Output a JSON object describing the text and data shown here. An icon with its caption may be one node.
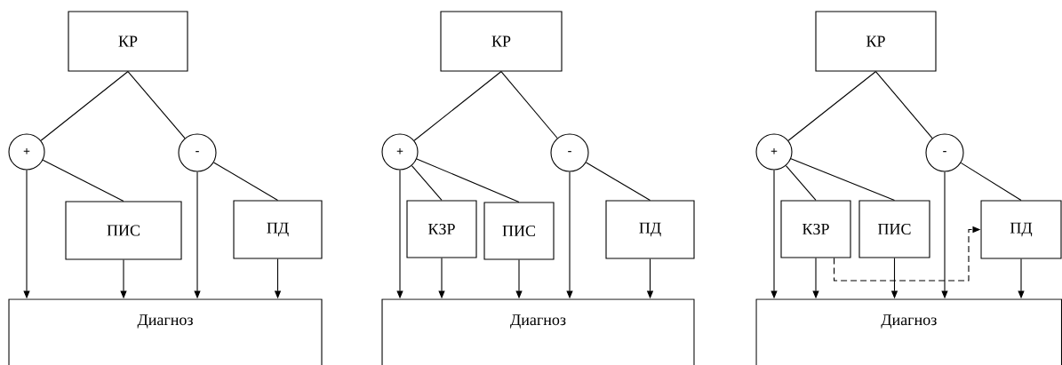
{
  "diagram": {
    "nodes": [
      {
        "text": [
          "КР"
        ]
      },
      {
        "text": [
          "+"
        ]
      },
      {
        "text": [
          "-"
        ]
      },
      {
        "text": [
          "ПИС"
        ]
      },
      {
        "text": [
          "ПД"
        ]
      },
      {
        "text": [
          "Диагноз"
        ]
      },
      {
        "text": [
          "КР"
        ]
      },
      {
        "text": [
          "+"
        ]
      },
      {
        "text": [
          "-"
        ]
      },
      {
        "text": [
          "КЗР"
        ]
      },
      {
        "text": [
          "ПИС"
        ]
      },
      {
        "text": [
          "ПД"
        ]
      },
      {
        "text": [
          "Диагноз"
        ]
      },
      {
        "text": [
          "КР"
        ]
      },
      {
        "text": [
          "+"
        ]
      },
      {
        "text": [
          "-"
        ]
      },
      {
        "text": [
          "КЗР"
        ]
      },
      {
        "text": [
          "ПИС"
        ]
      },
      {
        "text": [
          "ПД"
        ]
      },
      {
        "text": [
          "Диагноз"
        ]
      }
    ],
    "edges": [
      {
        "from": 0,
        "to": 1,
        "arrow": "none"
      },
      {
        "from": 0,
        "to": 2,
        "arrow": "none"
      },
      {
        "from": 1,
        "to": 3,
        "arrow": "none"
      },
      {
        "from": 2,
        "to": 4,
        "arrow": "none"
      },
      {
        "from": 1,
        "to": 5,
        "arrow": "to"
      },
      {
        "from": 3,
        "to": 5,
        "arrow": "to"
      },
      {
        "from": 2,
        "to": 5,
        "arrow": "to"
      },
      {
        "from": 4,
        "to": 5,
        "arrow": "to"
      },
      {
        "from": 6,
        "to": 7,
        "arrow": "none"
      },
      {
        "from": 6,
        "to": 8,
        "arrow": "none"
      },
      {
        "from": 7,
        "to": 9,
        "arrow": "none"
      },
      {
        "from": 7,
        "to": 10,
        "arrow": "none"
      },
      {
        "from": 8,
        "to": 11,
        "arrow": "none"
      },
      {
        "from": 7,
        "to": 12,
        "arrow": "to"
      },
      {
        "from": 9,
        "to": 12,
        "arrow": "to"
      },
      {
        "from": 10,
        "to": 12,
        "arrow": "to"
      },
      {
        "from": 8,
        "to": 12,
        "arrow": "to"
      },
      {
        "from": 11,
        "to": 12,
        "arrow": "to"
      },
      {
        "from": 13,
        "to": 14,
        "arrow": "none"
      },
      {
        "from": 13,
        "to": 15,
        "arrow": "none"
      },
      {
        "from": 14,
        "to": 16,
        "arrow": "none"
      },
      {
        "from": 14,
        "to": 17,
        "arrow": "none"
      },
      {
        "from": 15,
        "to": 18,
        "arrow": "none"
      },
      {
        "from": 14,
        "to": 19,
        "arrow": "to"
      },
      {
        "from": 16,
        "to": 19,
        "arrow": "to"
      },
      {
        "from": 17,
        "to": 19,
        "arrow": "to"
      },
      {
        "from": 15,
        "to": 19,
        "arrow": "to"
      },
      {
        "from": 18,
        "to": 19,
        "arrow": "to"
      },
      {
        "from": 16,
        "to": 18,
        "arrow": "to",
        "style": "dashed"
      }
    ]
  }
}
